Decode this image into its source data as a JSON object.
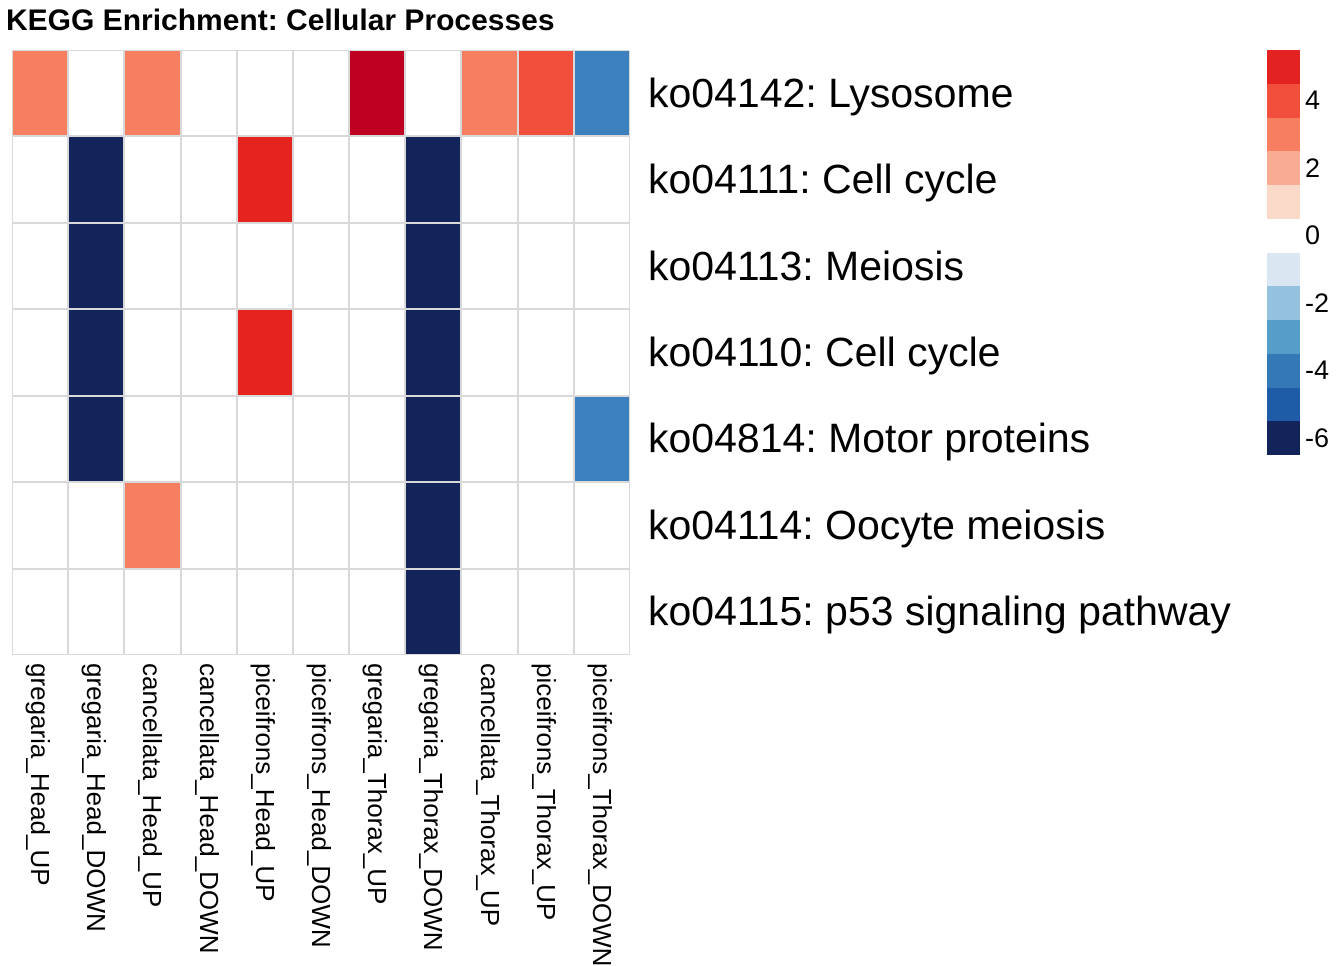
{
  "chart_data": {
    "type": "heatmap",
    "title": "KEGG Enrichment: Cellular Processes",
    "rows": [
      "ko04142: Lysosome",
      "ko04111: Cell cycle",
      "ko04113: Meiosis",
      "ko04110: Cell cycle",
      "ko04814: Motor proteins",
      "ko04114: Oocyte meiosis",
      "ko04115: p53 signaling pathway"
    ],
    "columns": [
      "gregaria_Head_UP",
      "gregaria_Head_DOWN",
      "cancellata_Head_UP",
      "cancellata_Head_DOWN",
      "piceifrons_Head_UP",
      "piceifrons_Head_DOWN",
      "gregaria_Thorax_UP",
      "gregaria_Thorax_DOWN",
      "cancellata_Thorax_UP",
      "piceifrons_Thorax_UP",
      "piceifrons_Thorax_DOWN"
    ],
    "values": [
      [
        3,
        null,
        3,
        null,
        null,
        null,
        6,
        null,
        3,
        4,
        -4
      ],
      [
        null,
        -6,
        null,
        null,
        5,
        null,
        null,
        -6,
        null,
        null,
        null
      ],
      [
        null,
        -6,
        null,
        null,
        null,
        null,
        null,
        -6,
        null,
        null,
        null
      ],
      [
        null,
        -6,
        null,
        null,
        5,
        null,
        null,
        -6,
        null,
        null,
        null
      ],
      [
        null,
        -6,
        null,
        null,
        null,
        null,
        null,
        -6,
        null,
        null,
        -4
      ],
      [
        null,
        null,
        3,
        null,
        null,
        null,
        null,
        -6,
        null,
        null,
        null
      ],
      [
        null,
        null,
        null,
        null,
        null,
        null,
        null,
        -6,
        null,
        null,
        null
      ]
    ],
    "cell_colors": {
      "6": "#BE0022",
      "5": "#E5241F",
      "4": "#F14E3B",
      "3": "#F57F60",
      "-4": "#3C80BD",
      "-6": "#12245A"
    },
    "legend": {
      "tick_labels": [
        "4",
        "2",
        "0",
        "-2",
        "-4",
        "-6"
      ],
      "bins": [
        {
          "value": 5,
          "color": "#E32322",
          "label": null
        },
        {
          "value": 4,
          "color": "#F14E3B",
          "label": "4"
        },
        {
          "value": 3,
          "color": "#F57F60",
          "label": null
        },
        {
          "value": 2,
          "color": "#F9AC93",
          "label": "2"
        },
        {
          "value": 1,
          "color": "#FBD9C8",
          "label": null
        },
        {
          "value": 0,
          "color": null,
          "label": "0"
        },
        {
          "value": -1,
          "color": "#DAE7F3",
          "label": null
        },
        {
          "value": -2,
          "color": "#93C1DE",
          "label": "-2"
        },
        {
          "value": -3,
          "color": "#569DC9",
          "label": null
        },
        {
          "value": -4,
          "color": "#3479B6",
          "label": "-4"
        },
        {
          "value": -5,
          "color": "#1E5CA8",
          "label": null
        },
        {
          "value": -6,
          "color": "#12245A",
          "label": "-6"
        }
      ]
    },
    "grid_line_color": "#d9d9d9",
    "background": "#ffffff"
  }
}
